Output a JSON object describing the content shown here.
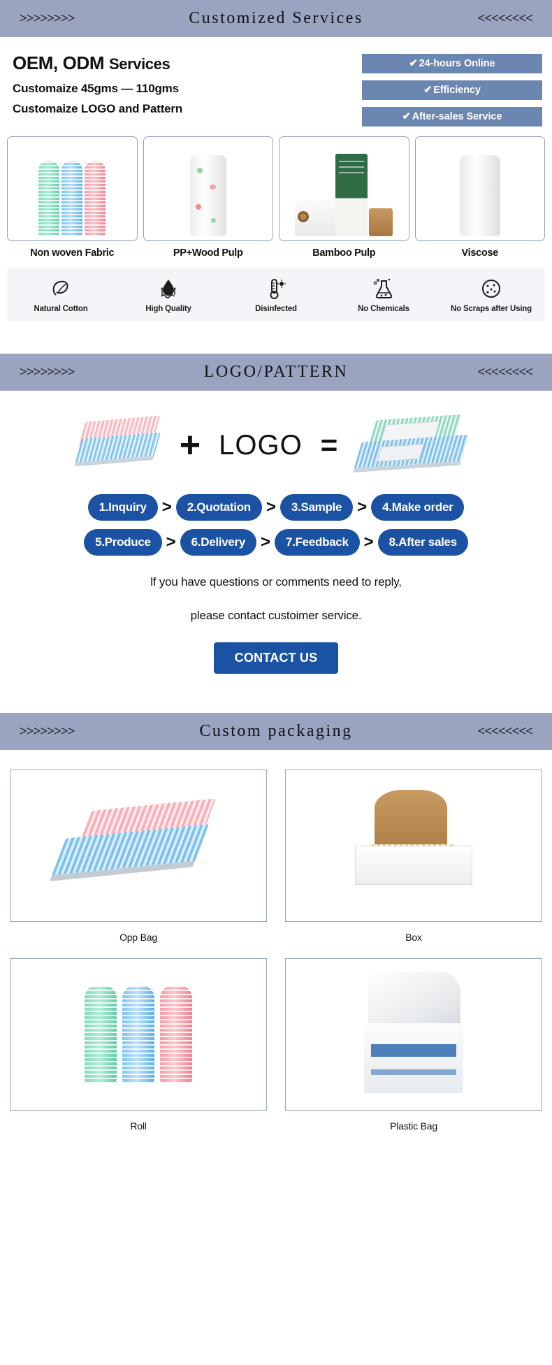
{
  "sections": {
    "customized_services": {
      "arrows_left": ">>>>>>>>",
      "arrows_right": "<<<<<<<<",
      "title": "Customized Services"
    },
    "logo_pattern": {
      "arrows_left": ">>>>>>>>",
      "arrows_right": "<<<<<<<<",
      "title": "LOGO/PATTERN"
    },
    "custom_packaging": {
      "arrows_left": ">>>>>>>>",
      "arrows_right": "<<<<<<<<",
      "title": "Custom packaging"
    }
  },
  "oem": {
    "heading_bold": "OEM, ODM",
    "heading_light": "Services",
    "line2": "Customaize  45gms — 110gms",
    "line3": "Customaize LOGO and Pattern",
    "badges": [
      {
        "tick": "✔",
        "label": "24-hours Online"
      },
      {
        "tick": "✔",
        "label": "Efficiency"
      },
      {
        "tick": "✔",
        "label": "After-sales Service"
      }
    ]
  },
  "materials": [
    {
      "label": "Non woven  Fabric"
    },
    {
      "label": "PP+Wood Pulp"
    },
    {
      "label": "Bamboo Pulp"
    },
    {
      "label": "Viscose"
    }
  ],
  "features": [
    {
      "icon": "cotton-leaf-icon",
      "label": "Natural Cotton"
    },
    {
      "icon": "water-drop-icon",
      "label": "High Quality"
    },
    {
      "icon": "thermometer-icon",
      "label": "Disinfected"
    },
    {
      "icon": "flask-icon",
      "label": "No Chemicals"
    },
    {
      "icon": "no-scraps-icon",
      "label": "No Scraps after Using"
    }
  ],
  "equation": {
    "plus": "+",
    "logo_text": "LOGO",
    "equals": "="
  },
  "process": {
    "separator": ">",
    "row1": [
      {
        "label": "1.Inquiry"
      },
      {
        "label": "2.Quotation"
      },
      {
        "label": "3.Sample"
      },
      {
        "label": "4.Make order"
      }
    ],
    "row2": [
      {
        "label": "5.Produce"
      },
      {
        "label": "6.Delivery"
      },
      {
        "label": "7.Feedback"
      },
      {
        "label": "8.After sales"
      }
    ]
  },
  "contact": {
    "line1": "lf you have questions or comments need to reply,",
    "line2": "please contact custoimer service.",
    "button": "CONTACT US"
  },
  "packaging": [
    {
      "label": "Opp Bag"
    },
    {
      "label": "Box"
    },
    {
      "label": "Roll"
    },
    {
      "label": "Plastic Bag"
    }
  ],
  "colors": {
    "banner": "#9aa3c0",
    "badge": "#6b86b0",
    "pill": "#1b52a4",
    "card_border": "#8fa3c4",
    "feature_strip": "#f4f5f9"
  }
}
